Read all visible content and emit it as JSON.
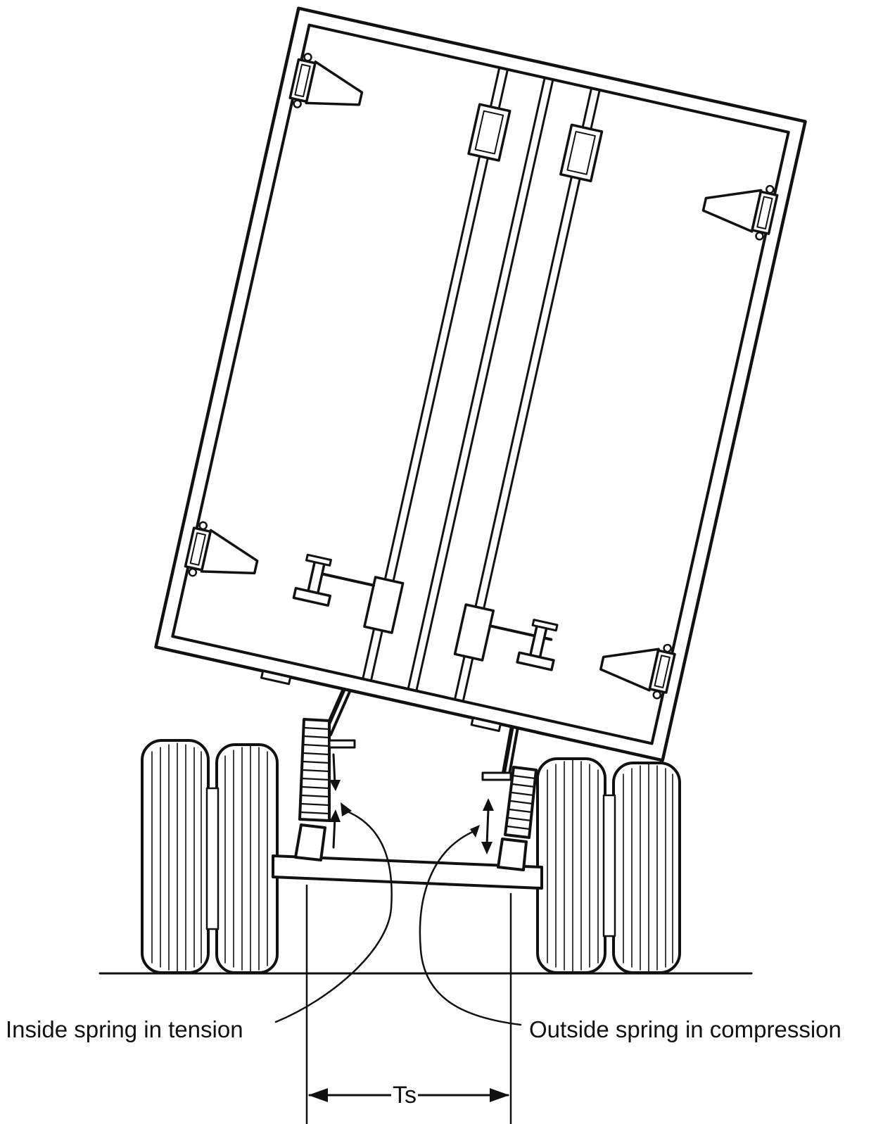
{
  "labels": {
    "inside_spring": "Inside spring in tension",
    "outside_spring": "Outside spring in compression",
    "track_width": "Ts"
  },
  "colors": {
    "ink": "#111111",
    "background": "#ffffff"
  }
}
